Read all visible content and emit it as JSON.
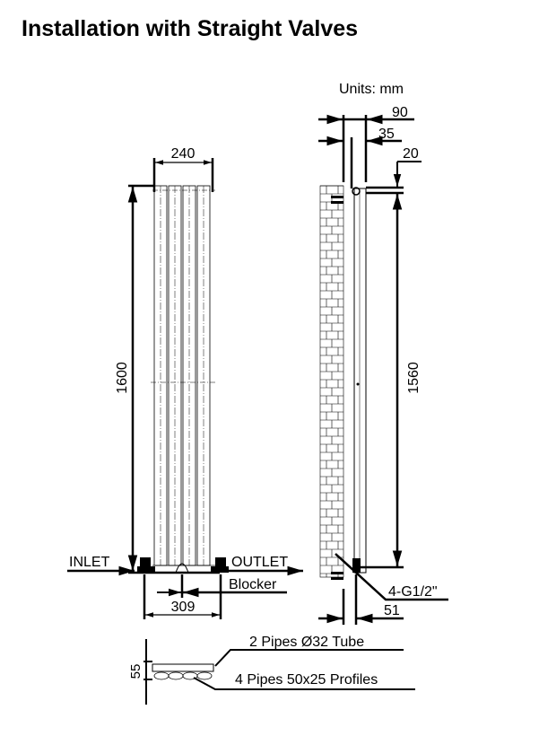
{
  "title": "Installation with Straight Valves",
  "units": "Units: mm",
  "front_view": {
    "width_dim": "240",
    "height_dim": "1600",
    "inlet": "INLET",
    "outlet": "OUTLET",
    "blocker": "Blocker",
    "valve_spacing_dim": "309"
  },
  "side_view": {
    "depth_dim": "90",
    "offset_dim": "35",
    "top_dim": "20",
    "pipe_centre_dim": "1560",
    "connections": "4-G1/2\"",
    "wall_to_valve_dim": "51"
  },
  "section_view": {
    "depth_dim": "55",
    "tube_label": "2 Pipes Ø32  Tube",
    "profile_label": "4 Pipes 50x25   Profiles"
  }
}
